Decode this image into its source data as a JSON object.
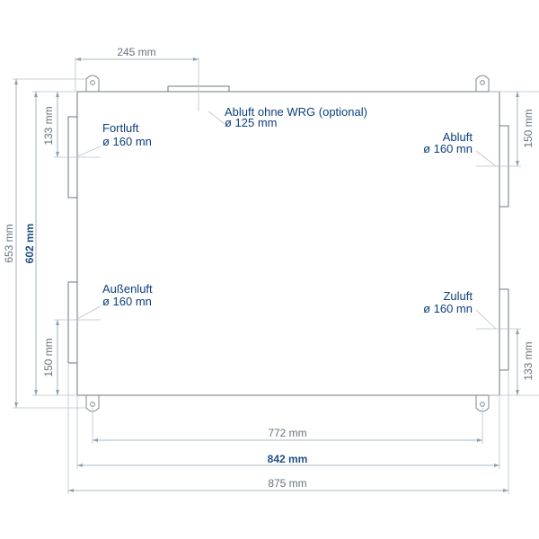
{
  "dimensions": {
    "top_width": "245 mm",
    "total_height": "653 mm",
    "body_height": "602 mm",
    "left_top_offset": "133 mm",
    "left_bottom_offset": "150 mm",
    "right_top_offset": "150 mm",
    "right_bottom_offset": "133 mm",
    "bottom_772": "772 mm",
    "bottom_842": "842 mm",
    "bottom_875": "875 mm"
  },
  "ports": {
    "fortluft": {
      "name": "Fortluft",
      "size": "ø 160 mn"
    },
    "abluft_wrg": {
      "name": "Abluft ohne WRG (optional)",
      "size": "ø 125 mm"
    },
    "abluft": {
      "name": "Abluft",
      "size": "ø 160 mn"
    },
    "aussenluft": {
      "name": "Außenluft",
      "size": "ø 160 mn"
    },
    "zuluft": {
      "name": "Zuluft",
      "size": "ø 160 mn"
    }
  },
  "colors": {
    "label": "#0b3f7c",
    "dimension": "#66727c",
    "outline": "#6d7780"
  }
}
